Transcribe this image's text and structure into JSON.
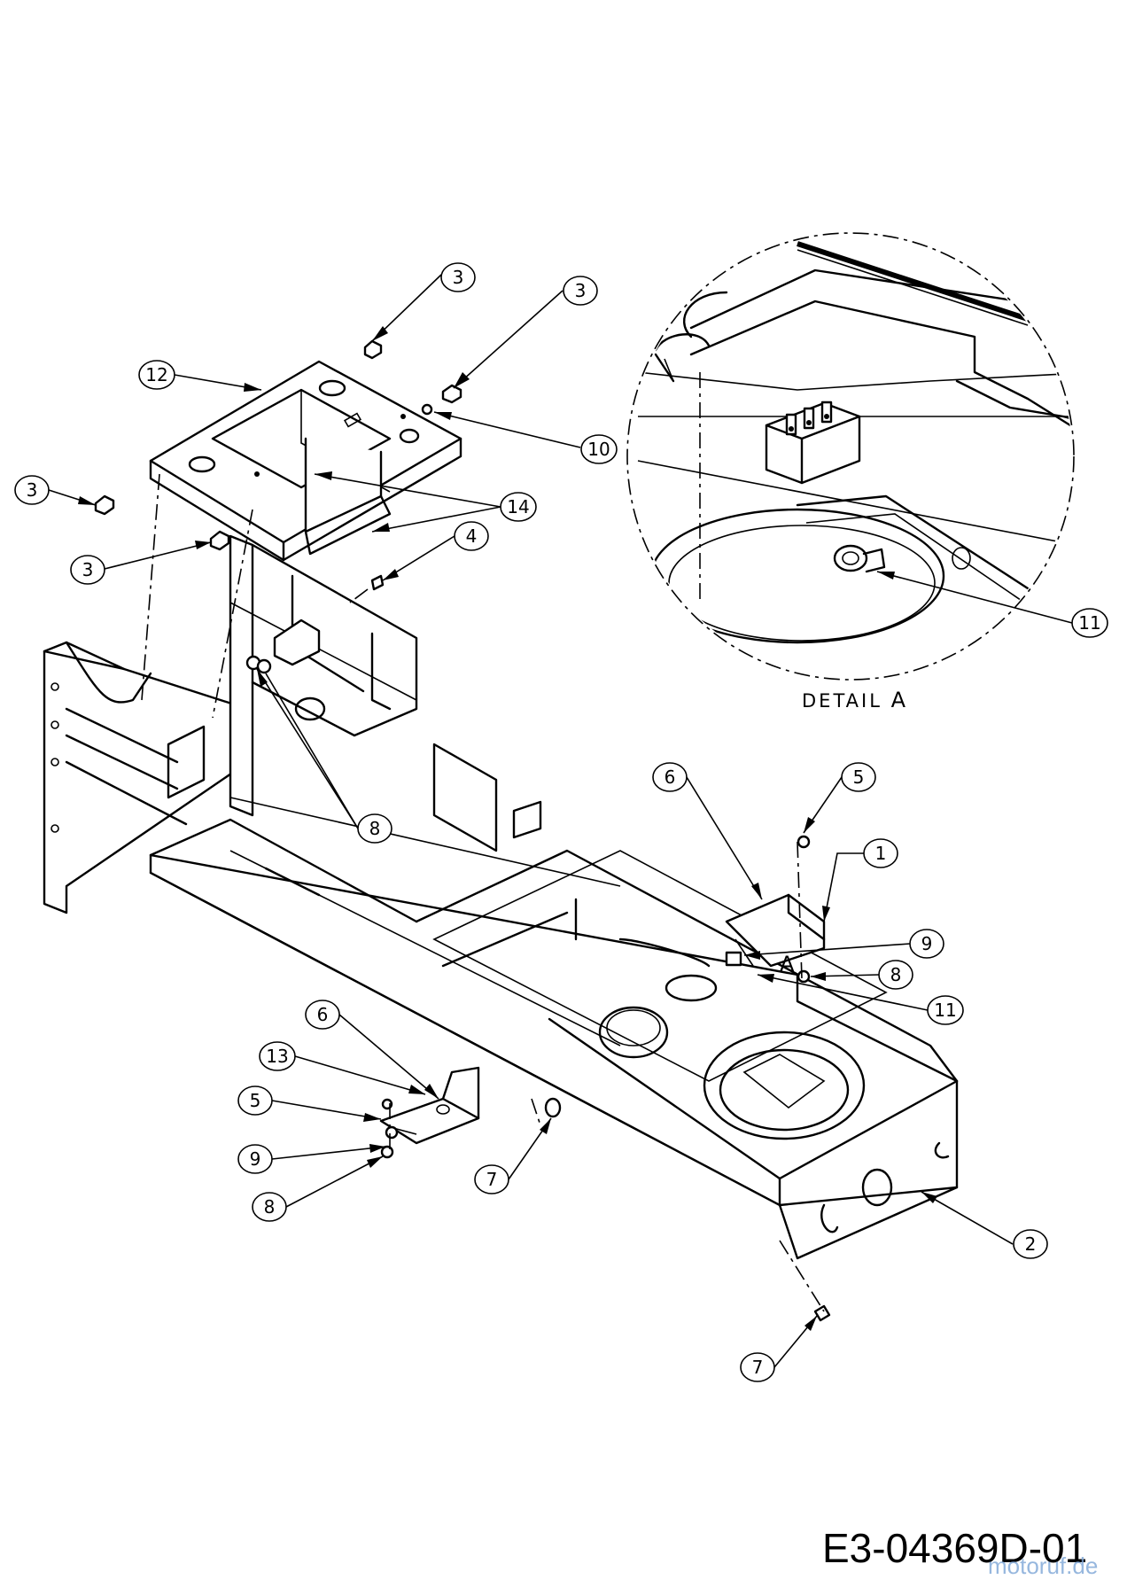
{
  "drawing": {
    "number": "E3-04369D-01",
    "detail_label": "DETAIL",
    "detail_letter": "A",
    "view_marker": "A",
    "watermark": "motoruf.de"
  },
  "callouts": [
    {
      "id": "c3a",
      "label": "3"
    },
    {
      "id": "c3b",
      "label": "3"
    },
    {
      "id": "c12",
      "label": "12"
    },
    {
      "id": "c10",
      "label": "10"
    },
    {
      "id": "c3c",
      "label": "3"
    },
    {
      "id": "c14",
      "label": "14"
    },
    {
      "id": "c3d",
      "label": "3"
    },
    {
      "id": "c4",
      "label": "4"
    },
    {
      "id": "c8a",
      "label": "8"
    },
    {
      "id": "c11a",
      "label": "11"
    },
    {
      "id": "c6a",
      "label": "6"
    },
    {
      "id": "c5a",
      "label": "5"
    },
    {
      "id": "c1",
      "label": "1"
    },
    {
      "id": "c9a",
      "label": "9"
    },
    {
      "id": "c8b",
      "label": "8"
    },
    {
      "id": "c11b",
      "label": "11"
    },
    {
      "id": "c6b",
      "label": "6"
    },
    {
      "id": "c13",
      "label": "13"
    },
    {
      "id": "c5b",
      "label": "5"
    },
    {
      "id": "c9b",
      "label": "9"
    },
    {
      "id": "c8c",
      "label": "8"
    },
    {
      "id": "c7a",
      "label": "7"
    },
    {
      "id": "c2",
      "label": "2"
    },
    {
      "id": "c7b",
      "label": "7"
    }
  ]
}
